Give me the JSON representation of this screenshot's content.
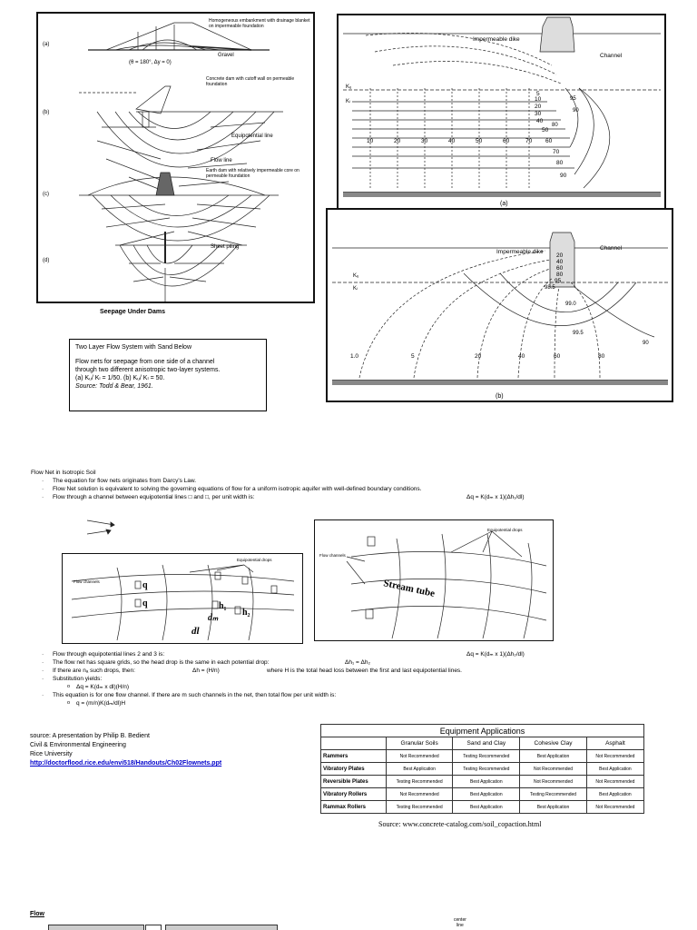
{
  "seepage_figure": {
    "caption": "Seepage Under Dams",
    "label_a": "(a)",
    "label_b": "(b)",
    "label_c": "(c)",
    "label_d": "(d)",
    "note_a": "Homogeneous embankment with drainage blanket on impermeable foundation",
    "note_a2": "(θ = 180°, Δy = 0)",
    "gravel": "Gravel",
    "note_b": "Concrete dam with cutoff wall on permeable foundation",
    "equipotential": "Equipotential line",
    "flow_line": "Flow line",
    "note_c": "Earth dam with relatively impermeable core on permeable foundation",
    "note_d": "Sheet piling"
  },
  "two_layer_figure_a": {
    "dike": "Impermeable dike",
    "channel": "Channel",
    "label": "(a)",
    "ku": "Kᵤ",
    "kl": "Kₗ",
    "bottom_values": [
      "10",
      "20",
      "30",
      "40",
      "50",
      "60",
      "70"
    ],
    "right_values": [
      "5",
      "10",
      "20",
      "30",
      "40",
      "50",
      "60",
      "70",
      "80",
      "90"
    ],
    "near_values": [
      "95",
      "90",
      "80"
    ]
  },
  "two_layer_figure_b": {
    "dike": "Impermeable dike",
    "channel": "Channel",
    "label": "(b)",
    "ku": "Kᵤ",
    "kl": "Kₗ",
    "stack_values": [
      "20",
      "40",
      "60",
      "80",
      "95"
    ],
    "values_985": "98.5",
    "value_990": "99.0",
    "value_995": "99.5",
    "value_90": "90",
    "bottom_values": [
      "1.0",
      "5",
      "20",
      "40",
      "60",
      "80"
    ]
  },
  "two_layer_caption": {
    "title": "Two Layer Flow System with Sand Below",
    "line1": "Flow nets for seepage from one side of a channel",
    "line2": "through two different anisotropic two-layer systems.",
    "line3": "(a) Kᵤ/ Kₗ = 1/50. (b) Kᵤ/ Kₗ = 50.",
    "source": "Source: Todd & Bear, 1961."
  },
  "flow_net_section": {
    "heading": "Flow Net in Isotropic Soil",
    "bullets": [
      "The equation for flow nets originates from Darcy's Law.",
      "Flow Net solution is equivalent to solving the governing equations of flow for a uniform isotropic aquifer with well-defined boundary conditions.",
      "Flow through a channel between equipotential lines □ and □, per unit width is:"
    ],
    "eq1": "Δq = K(dₘ x 1)(Δh₁/dl)"
  },
  "flow_net_figures": {
    "left_channels": "Flow channels",
    "left_drops": "Equipotential drops",
    "q_label": "q",
    "h1": "h₁",
    "h2": "h₂",
    "dm": "dₘ",
    "dl": "dl",
    "right_channels": "Flow channels",
    "right_drops": "Equipotential drops",
    "stream_tube": "Stream tube"
  },
  "second_section": {
    "bullets": [
      "Flow through equipotential lines 2 and 3 is:",
      "The flow net has square grids, so the head drop is the same in each potential drop:",
      "If there are nₐ such drops, then:",
      "Substitution yields:",
      "This equation is for one flow channel. If there are m such channels in the net, then total flow per unit width is:"
    ],
    "eq2": "Δq = K(dₘ x 1)(Δh₂/dl)",
    "eq_equal": "Δh₁ = Δh₂",
    "eq_drop": "Δh = (H/n)",
    "eq_drop_note": "where H is the total head loss between the first and last equipotential lines.",
    "sub1": "Δq = K(dₘ x dl)(H/n)",
    "sub2": "q = (m/n)K(dₘ/dl)H"
  },
  "source_block": {
    "line1": "source:  A presentation by Philip B. Bedient",
    "line2": "Civil & Environmental Engineering",
    "line3": "Rice University",
    "link": "http://doctorflood.rice.edu/envi518/Handouts/Ch02Flownets.ppt"
  },
  "equipment_table": {
    "title": "Equipment Applications",
    "columns": [
      "",
      "Granular Soils",
      "Sand and Clay",
      "Cohesive Clay",
      "Asphalt"
    ],
    "rows": [
      [
        "Rammers",
        "Not Recommended",
        "Testing Recommended",
        "Best Application",
        "Not Recommended"
      ],
      [
        "Vibratory Plates",
        "Best Application",
        "Testing Recommended",
        "Not Recommended",
        "Best Application"
      ],
      [
        "Reversible Plates",
        "Testing Recommended",
        "Best Application",
        "Not Recommended",
        "Not Recommended"
      ],
      [
        "Vibratory Rollers",
        "Not Recommended",
        "Best Application",
        "Testing Recommended",
        "Best Application"
      ],
      [
        "Rammax Rollers",
        "Testing Recommended",
        "Best Application",
        "Best Application",
        "Not Recommended"
      ]
    ],
    "source": "Source: www.concrete-catalog.com/soil_copaction.html"
  },
  "footer": {
    "flow": "Flow",
    "center": "center",
    "line": "line"
  }
}
